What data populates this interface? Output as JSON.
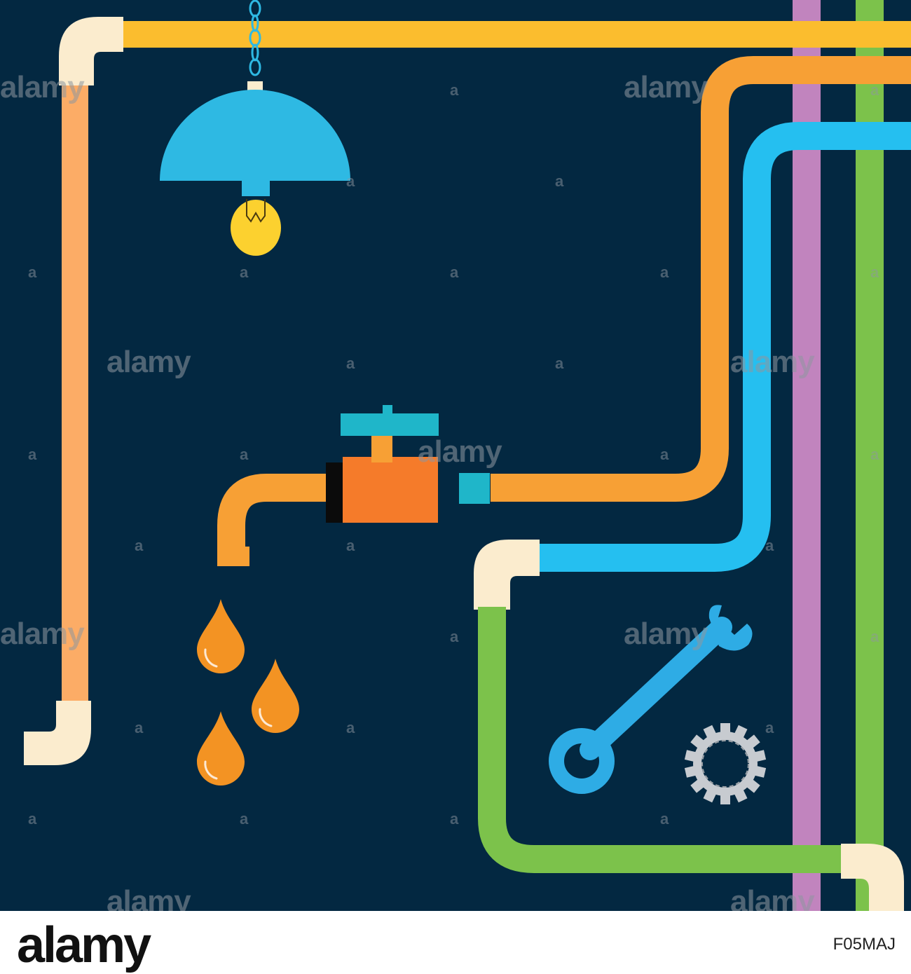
{
  "colors": {
    "background": "#032841",
    "yellow_pipe": "#fbbd2e",
    "peach_pipe": "#fcac66",
    "orange_pipe": "#f7a035",
    "blue_pipe": "#25bff0",
    "green_pipe": "#7cc24b",
    "purple_pipe": "#c184be",
    "cream_joint": "#fbecce",
    "lamp_shade": "#2eb9e3",
    "bulb": "#fcd12f",
    "tap_body": "#f57b2a",
    "tap_handle": "#1fb6c9",
    "drops": "#f39323",
    "wrench": "#2eace5",
    "gear": "#c7cbd0"
  },
  "icons": [
    "lamp-icon",
    "light-bulb-icon",
    "faucet-icon",
    "water-drop-icon",
    "wrench-icon",
    "gear-icon"
  ],
  "watermark": {
    "text": "alamy",
    "symbol": "a"
  },
  "footer": {
    "logo": "alamy",
    "image_id": "F05MAJ"
  }
}
